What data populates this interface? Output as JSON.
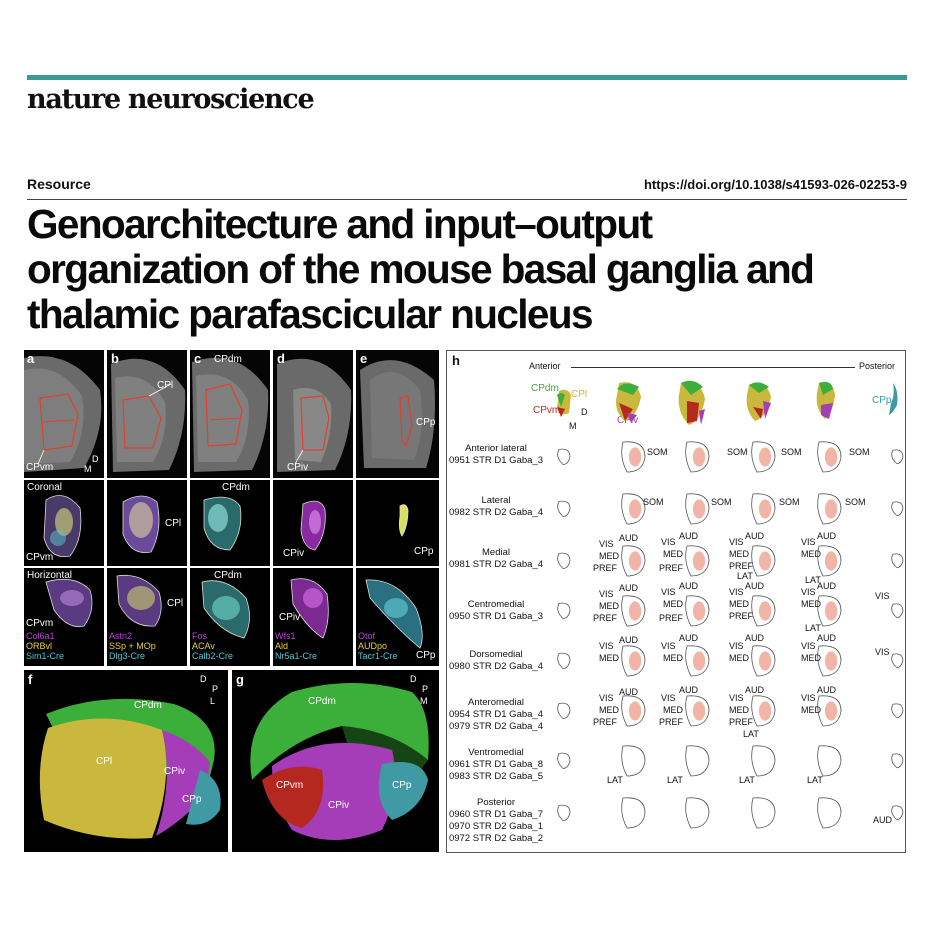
{
  "brand": {
    "journal": "nature neuroscience",
    "teal": "#3a9a94"
  },
  "article": {
    "section": "Resource",
    "doi": "https://doi.org/10.1038/s41593-026-02253-9",
    "title_lines": [
      "Genoarchitecture and input–output",
      "organization of the mouse basal ganglia and",
      "thalamic parafascicular nucleus"
    ]
  },
  "panels": {
    "a": {
      "letter": "a",
      "top_label": "CPvm",
      "axis_d": "D",
      "axis_m": "M",
      "row2_label": "Coronal",
      "row2_region": "CPvm",
      "row3_label": "Horizontal",
      "row3_region": "CPvm",
      "markers": [
        "Col6a1",
        "ORBvl",
        "Sim1-Cre"
      ]
    },
    "b": {
      "letter": "b",
      "top_label": "CPl",
      "row2_region": "CPl",
      "row3_region": "CPl",
      "markers": [
        "Astn2",
        "SSp + MOp",
        "Dlg3-Cre"
      ]
    },
    "c": {
      "letter": "c",
      "top_label": "CPdm",
      "row2_region": "CPdm",
      "row3_region": "CPdm",
      "markers": [
        "Fos",
        "ACAv",
        "Calb2-Cre"
      ]
    },
    "d": {
      "letter": "d",
      "top_label": "CPiv",
      "row2_region": "CPiv",
      "row3_region": "CPiv",
      "markers": [
        "Wfs1",
        "Ald",
        "Nr5a1-Cre"
      ]
    },
    "e": {
      "letter": "e",
      "top_label": "CPp",
      "row2_region": "CPp",
      "row3_region": "CPp",
      "markers": [
        "Otof",
        "AUDpo",
        "Tacr1-Cre"
      ]
    },
    "f": {
      "letter": "f",
      "regions": [
        "CPdm",
        "CPl",
        "CPiv",
        "CPp"
      ],
      "axis": [
        "D",
        "P",
        "L"
      ]
    },
    "g": {
      "letter": "g",
      "regions": [
        "CPdm",
        "CPvm",
        "CPiv",
        "CPp"
      ],
      "axis": [
        "D",
        "P",
        "M"
      ]
    }
  },
  "marker_colors": [
    "#c040e0",
    "#e8d23a",
    "#49c9d6"
  ],
  "region_colors": {
    "CPdm": "#3cae3a",
    "CPl": "#c9b83c",
    "CPiv": "#a53cb8",
    "CPp": "#3f9aa3",
    "CPvm": "#b5281f"
  },
  "panel_h": {
    "letter": "h",
    "anterior": "Anterior",
    "posterior": "Posterior",
    "legend": {
      "cpdm": "CPdm",
      "cpl": "CPl",
      "cpvm": "CPvm",
      "cpiv": "CPiv",
      "cpp": "CPp",
      "axis_d": "D",
      "axis_m": "M"
    },
    "rows": [
      {
        "name": "Anterior lateral",
        "clusters": [
          "0951 STR D1 Gaba_3"
        ]
      },
      {
        "name": "Lateral",
        "clusters": [
          "0982 STR D2 Gaba_4"
        ]
      },
      {
        "name": "Medial",
        "clusters": [
          "0981 STR D2 Gaba_4"
        ]
      },
      {
        "name": "Centromedial",
        "clusters": [
          "0950 STR D1 Gaba_3"
        ]
      },
      {
        "name": "Dorsomedial",
        "clusters": [
          "0980 STR D2 Gaba_4"
        ]
      },
      {
        "name": "Anteromedial",
        "clusters": [
          "0954 STR D1 Gaba_4",
          "0979 STR D2 Gaba_4"
        ]
      },
      {
        "name": "Ventromedial",
        "clusters": [
          "0961 STR D1 Gaba_8",
          "0983 STR D2 Gaba_5"
        ]
      },
      {
        "name": "Posterior",
        "clusters": [
          "0960 STR D1 Gaba_7",
          "0970 STR D2 Gaba_1",
          "0972 STR D2 Gaba_2"
        ]
      }
    ],
    "labels": {
      "som": "SOM",
      "vis": "VIS",
      "aud": "AUD",
      "med": "MED",
      "pref": "PREF",
      "lat": "LAT"
    }
  }
}
